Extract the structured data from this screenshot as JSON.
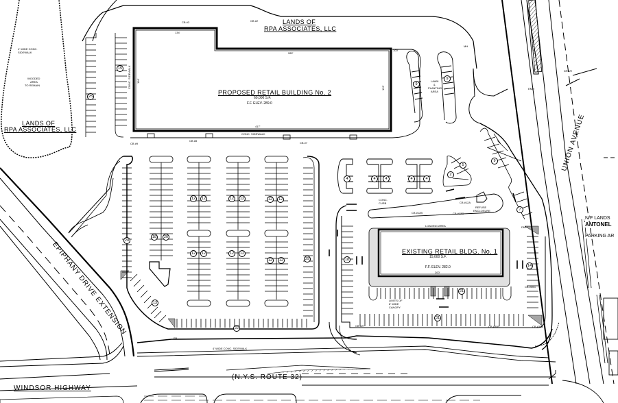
{
  "site_plan": {
    "buildings": {
      "proposed": {
        "title": "PROPOSED RETAIL BUILDING No. 2",
        "area": "60,000 S.F.",
        "elevation": "F.F. ELEV. 289.0",
        "dims": {
          "top_left": "134'",
          "top_right": "282'",
          "bottom": "417'",
          "left": "166'",
          "right": "132'",
          "step": "100'"
        }
      },
      "existing": {
        "title": "EXISTING RETAIL BLDG. No. 1",
        "area": "15,000 S.F.",
        "elevation": "F.F. ELEV. 282.0",
        "dims": {
          "bottom": "200'"
        }
      }
    },
    "lands": {
      "top": [
        "LANDS OF",
        "RPA ASSOCIATES, LLC"
      ],
      "left": [
        "LANDS OF",
        "RPA ASSOCIATES, LLC"
      ],
      "right": [
        "N/F LANDS",
        "ANTONEL",
        "PARKING AR"
      ]
    },
    "roads": {
      "epiphany": "EPIPHANY DRIVE EXTENSION",
      "union": "UNION AVENUE",
      "windsor": "WINDSOR HIGHWAY",
      "route": "(N.Y.S. ROUTE 32)"
    },
    "notes": {
      "wooded": [
        "WOODED",
        "AREA",
        "TO REMAIN"
      ],
      "walk_left": [
        "4' WIDE CONC.",
        "SIDEWALK"
      ],
      "walk_bottom": "4' WIDE CONC. SIDEWALK",
      "conc_sidewalk": "CONC. SIDEWALK",
      "conc_curb": [
        "CONC.",
        "CURB"
      ],
      "lawn": [
        "LAWN",
        "&",
        "PLANTING",
        "AREA"
      ],
      "refuse": [
        "REFUSE",
        "ENCLOSURE"
      ],
      "loading": "LOADING AREA",
      "canopy": [
        "LIMITS OF",
        "8' WIDE",
        "CANOPY"
      ],
      "drive": "DRIVE",
      "conc_sidewalk_vert": "CONC. SIDEWALK"
    },
    "utilities": {
      "cb3": "CB #3",
      "cb2": "CB #2",
      "cb9": "CB #9",
      "cb8": "CB #8",
      "cb7": "CB #7",
      "cb12a": "CB #12A",
      "cb12b": "CB #12B",
      "cb12c": "CB #12C",
      "cb27": "CB #27",
      "cb30b": "CB #30B",
      "cb30a": "CB #30A",
      "cb30c": "CB #30C",
      "mh": "MH",
      "dmh": "DMH",
      "fb": "FB",
      "emh": "EMH"
    },
    "parking_counts": {
      "c25": "25",
      "c15": "15",
      "c20a": "20",
      "c18": "18",
      "c20b": "20",
      "c12": "12",
      "c29": "29",
      "c22": "22",
      "c13": "13",
      "c4": "4",
      "c2": "2",
      "c5": "5",
      "c9": "9",
      "c7": "7",
      "c18b": "18",
      "c14": "14",
      "c21": "21",
      "c31": "31"
    }
  }
}
